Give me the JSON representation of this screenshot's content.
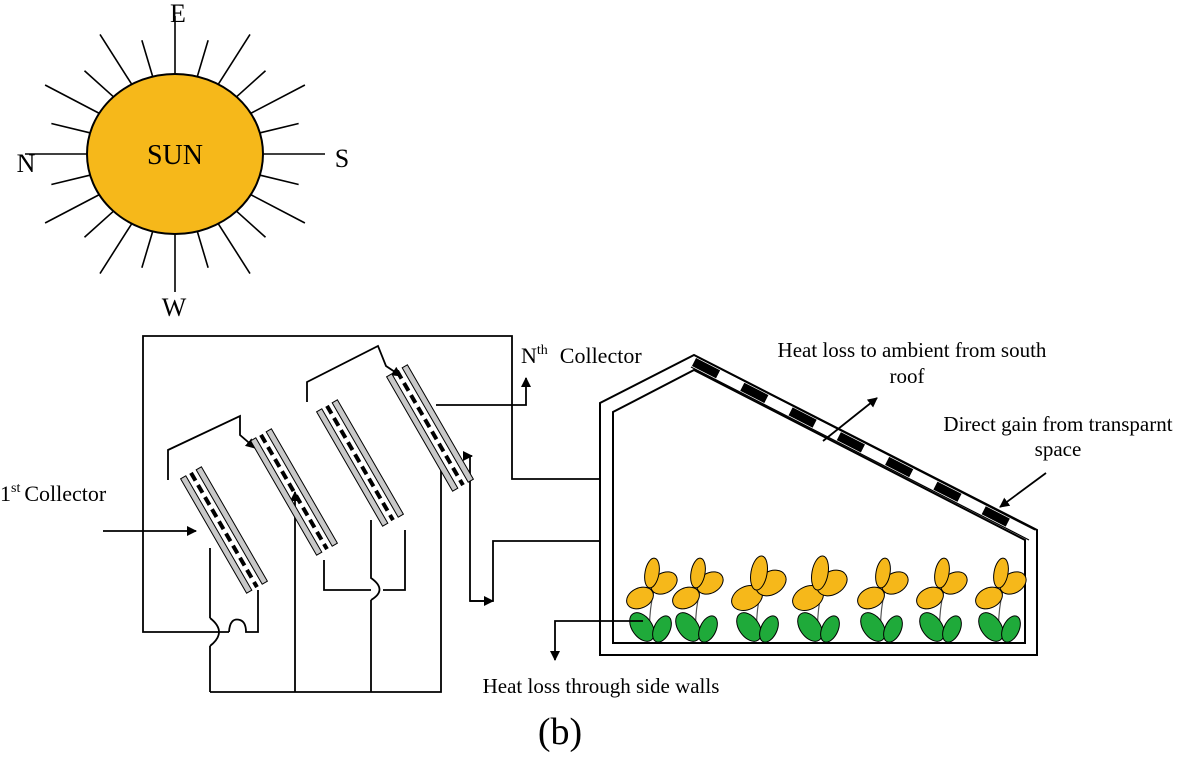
{
  "sun": {
    "label": "SUN",
    "fill": "#F6B81A",
    "directions": {
      "east": "E",
      "west": "W",
      "north": "N",
      "south": "S"
    }
  },
  "collectors": {
    "first_label": "Collector",
    "first_superscript": "st",
    "first_prefix": "1",
    "nth_prefix": "N",
    "nth_superscript": "th",
    "nth_label": "Collector",
    "glass_color": "#C8C8C8",
    "absorber_color": "#000000"
  },
  "greenhouse": {
    "roof_label_line1": "Heat loss to ambient from south",
    "roof_label_line2": "roof",
    "gain_label_line1": "Direct gain from transparnt",
    "gain_label_line2": "space",
    "wall_label": "Heat loss through side walls",
    "flower_color": "#F6B81A",
    "leaf_color": "#1FAA3A"
  },
  "caption": "(b)"
}
